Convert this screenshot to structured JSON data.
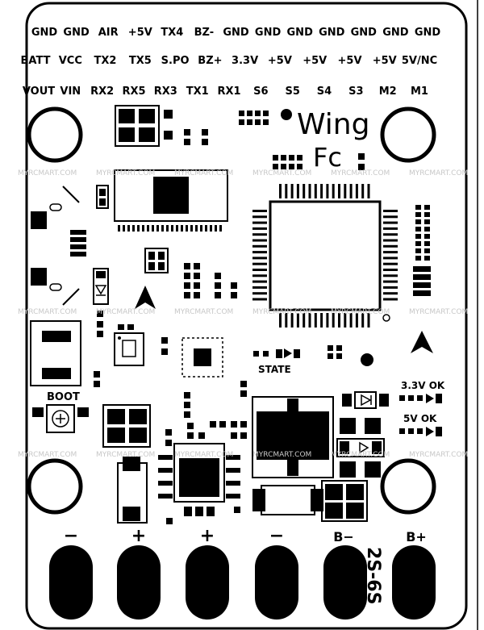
{
  "pin_rows": [
    [
      "GND",
      "GND",
      "AIR",
      "+5V",
      "TX4",
      "BZ-",
      "GND",
      "GND",
      "GND",
      "GND",
      "GND",
      "GND",
      "GND"
    ],
    [
      "BATT",
      "VCC",
      "TX2",
      "TX5",
      "S.PO",
      "BZ+",
      "3.3V",
      "+5V",
      "+5V",
      "+5V",
      "+5V",
      "5V/NC"
    ],
    [
      "VOUT",
      "VIN",
      "RX2",
      "RX5",
      "RX3",
      "TX1",
      "RX1",
      "S6",
      "S5",
      "S4",
      "S3",
      "M2",
      "M1"
    ]
  ],
  "logo_line1": "Wing",
  "logo_line2": "Fc",
  "boot_label": "BOOT",
  "state_label": "STATE",
  "led_3v3_label": "3.3V OK",
  "led_5v_label": "5V OK",
  "pad_labels": [
    "−",
    "+",
    "+",
    "−",
    "B−",
    "B+"
  ],
  "voltage_label": "2S-6S",
  "watermark": "MYRCMART.COM",
  "colors": {
    "ink": "#000000",
    "paper": "#ffffff",
    "watermark": "#c8c8c8"
  }
}
